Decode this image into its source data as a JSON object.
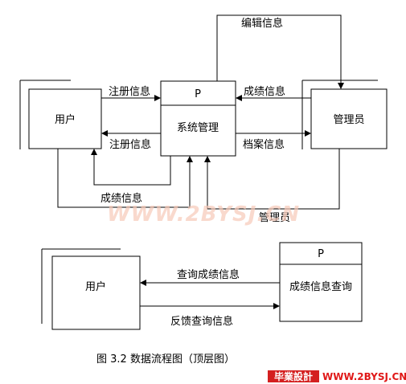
{
  "diagram1": {
    "external_left": "用户",
    "external_right": "管理员",
    "process_id": "P",
    "process_name": "系统管理",
    "flows": {
      "edit_info": "编辑信息",
      "register_in": "注册信息",
      "register_out": "注册信息",
      "score_in": "成绩信息",
      "archive_out": "档案信息",
      "score_bottom": "成绩信息",
      "admin_bottom": "管理员"
    }
  },
  "diagram2": {
    "external_left": "用户",
    "process_id": "P",
    "process_name": "成绩信息查询",
    "flows": {
      "query_score": "查询成绩信息",
      "feedback_query": "反馈查询信息"
    }
  },
  "watermark": "WWW.2BYSJ.CN",
  "caption": "图 3.2 数据流程图（顶层图）",
  "footer": {
    "brand": "毕業設計",
    "url": "WWW.2BYSJ.CN",
    "brand_color": "#d42020"
  }
}
